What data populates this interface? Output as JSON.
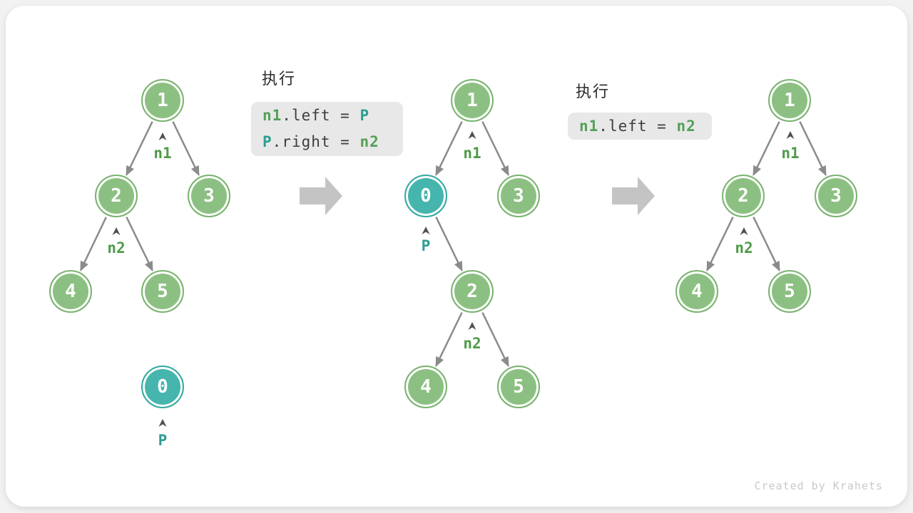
{
  "labels": {
    "exec": "执行"
  },
  "code_boxes": [
    {
      "lines": [
        {
          "tokens": [
            {
              "text": "n1",
              "style": "green"
            },
            {
              "text": ".left = ",
              "style": "plain"
            },
            {
              "text": "P",
              "style": "teal"
            }
          ]
        },
        {
          "tokens": [
            {
              "text": "P",
              "style": "teal"
            },
            {
              "text": ".right = ",
              "style": "plain"
            },
            {
              "text": "n2",
              "style": "green"
            }
          ]
        }
      ]
    },
    {
      "lines": [
        {
          "tokens": [
            {
              "text": "n1",
              "style": "green"
            },
            {
              "text": ".left = ",
              "style": "plain"
            },
            {
              "text": "n2",
              "style": "green"
            }
          ]
        }
      ]
    }
  ],
  "trees": [
    {
      "name": "before-insert",
      "nodes": [
        {
          "value": "1"
        },
        {
          "value": "2"
        },
        {
          "value": "3"
        },
        {
          "value": "4"
        },
        {
          "value": "5"
        },
        {
          "value": "0"
        }
      ],
      "pointers": [
        {
          "label": "n1"
        },
        {
          "label": "n2"
        },
        {
          "label": "P"
        }
      ]
    },
    {
      "name": "after-insert",
      "nodes": [
        {
          "value": "1"
        },
        {
          "value": "0"
        },
        {
          "value": "3"
        },
        {
          "value": "2"
        },
        {
          "value": "4"
        },
        {
          "value": "5"
        }
      ],
      "pointers": [
        {
          "label": "n1"
        },
        {
          "label": "P"
        },
        {
          "label": "n2"
        }
      ]
    },
    {
      "name": "after-remove",
      "nodes": [
        {
          "value": "1"
        },
        {
          "value": "2"
        },
        {
          "value": "3"
        },
        {
          "value": "4"
        },
        {
          "value": "5"
        }
      ],
      "pointers": [
        {
          "label": "n1"
        },
        {
          "label": "n2"
        }
      ]
    }
  ],
  "footer": {
    "credit": "Created by Krahets"
  },
  "colors": {
    "node_green": "#8cc082",
    "node_green_border": "#7ab470",
    "node_teal": "#45b5ad",
    "node_teal_border": "#35aaa1",
    "pointer_green": "#4e9b48",
    "pointer_teal": "#2f9e94",
    "code_green": "#53a057",
    "code_teal": "#2f9e94",
    "code_plain": "#3d3d3d",
    "code_bg": "#e8e8e8",
    "edge_gray": "#8b8b8b",
    "block_arrow_gray": "#c4c4c4",
    "credit_gray": "#c9c9c9"
  }
}
